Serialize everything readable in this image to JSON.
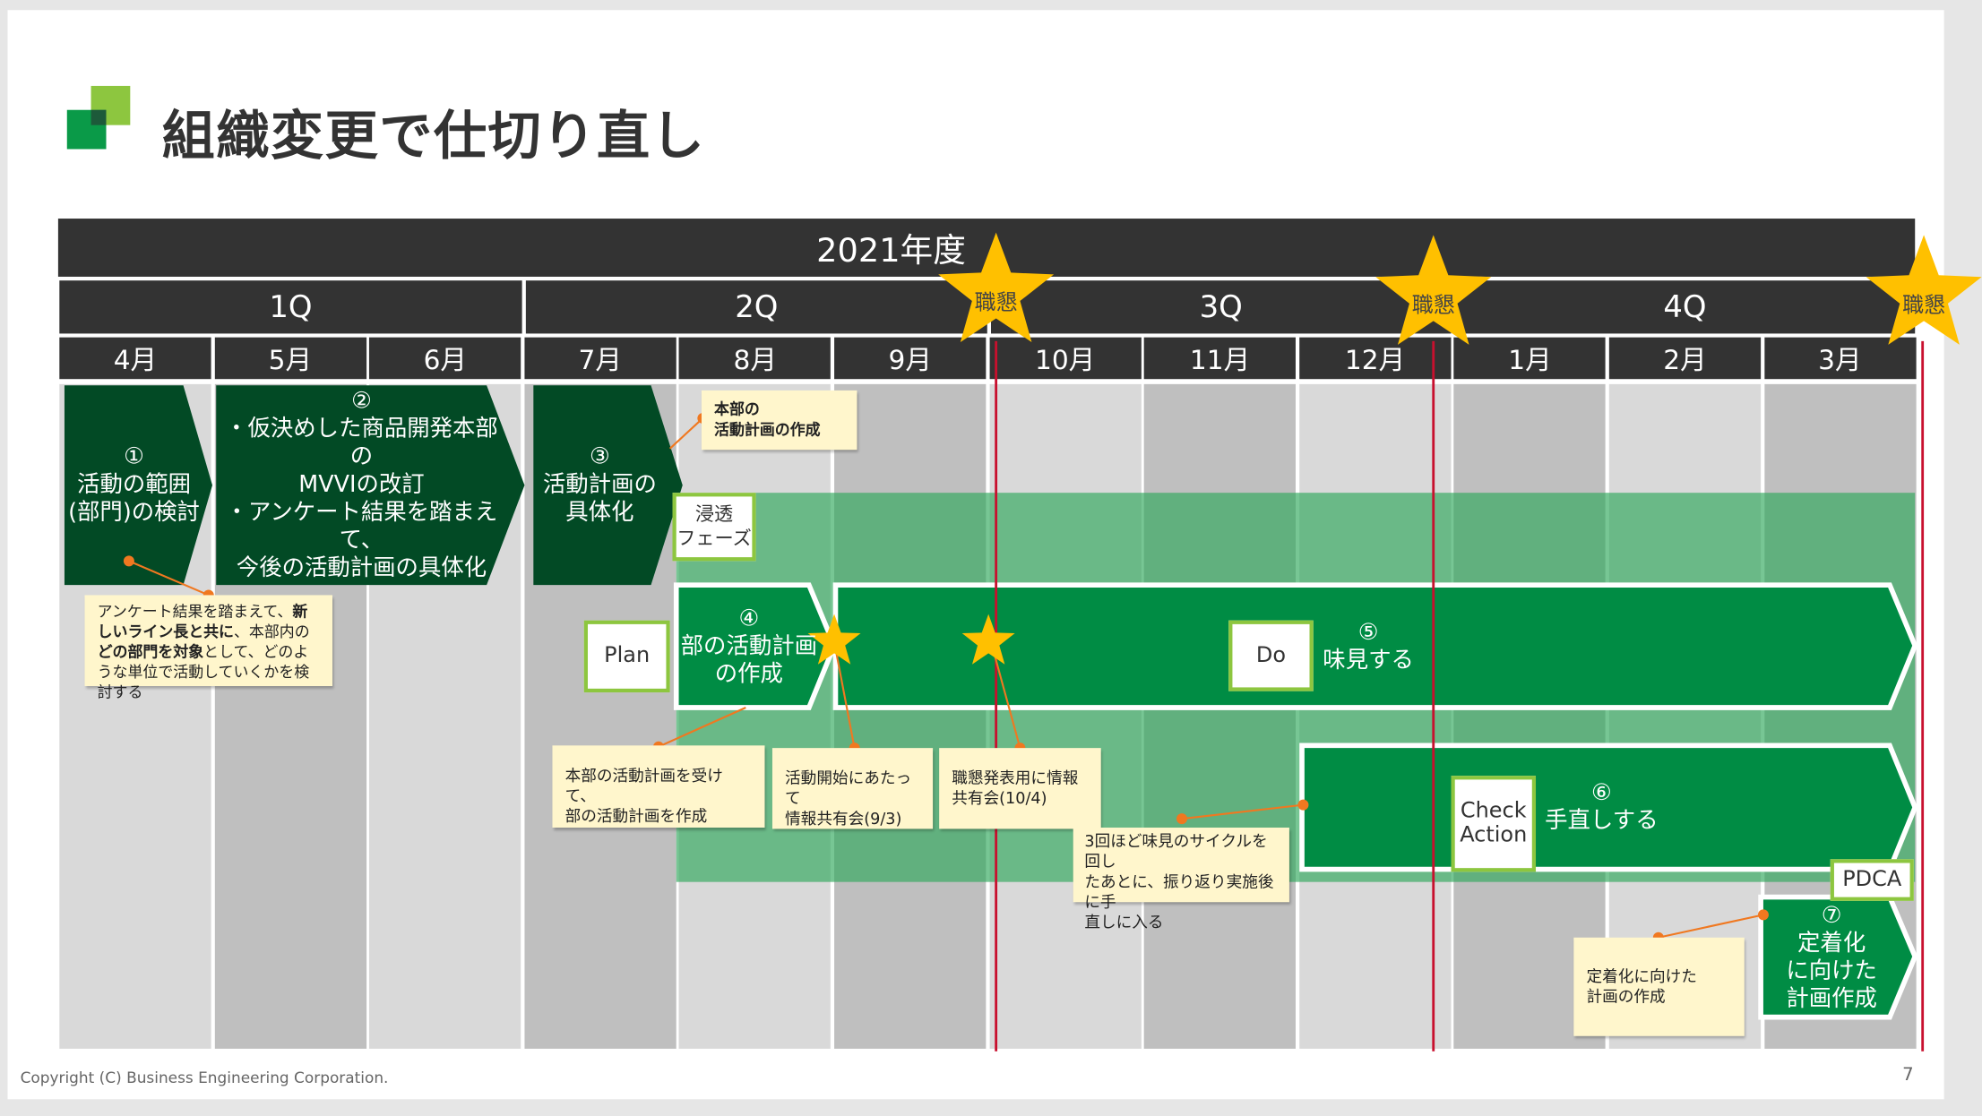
{
  "title": "組織変更で仕切り直し",
  "year": "2021年度",
  "quarters": [
    "1Q",
    "2Q",
    "3Q",
    "4Q"
  ],
  "months": [
    "4月",
    "5月",
    "6月",
    "7月",
    "8月",
    "9月",
    "10月",
    "11月",
    "12月",
    "1月",
    "2月",
    "3月"
  ],
  "milestone_label": "職懇",
  "arrows": {
    "a1": [
      "①",
      "活動の範囲",
      "(部門)の検討"
    ],
    "a2": [
      "②",
      "・仮決めした商品開発本部の",
      "MVVIの改訂",
      "・アンケート結果を踏まえて、",
      "今後の活動計画の具体化"
    ],
    "a3": [
      "③",
      "活動計画の",
      "具体化"
    ],
    "a4": [
      "④",
      "部の活動計画",
      "の作成"
    ],
    "a5": [
      "⑤",
      "味見する"
    ],
    "a6": [
      "⑥",
      "手直しする"
    ],
    "a7": [
      "⑦",
      "定着化",
      "に向けた",
      "計画作成"
    ]
  },
  "phase_boxes": {
    "penetration": [
      "浸透",
      "フェーズ"
    ],
    "plan": "Plan",
    "do": "Do",
    "check_action": [
      "Check",
      "Action"
    ],
    "pdca": "PDCA"
  },
  "notes": {
    "hq_plan": [
      "本部の",
      "活動計画の作成"
    ],
    "n1_parts": [
      "アンケート結果を踏まえて、",
      "新しいライン長と共に",
      "、本部内の",
      "どの部門を対象",
      "として、どのような単位で活動していくかを検討する"
    ],
    "n2": [
      "本部の活動計画を受けて、",
      "部の活動計画を作成"
    ],
    "n3": [
      "活動開始にあたって",
      "情報共有会(9/3)"
    ],
    "n4": [
      "職懇発表用に情報",
      "共有会(10/4)"
    ],
    "n5": [
      "3回ほど味見のサイクルを回し",
      "たあとに、振り返り実施後に手",
      "直しに入る"
    ],
    "n6": [
      "定着化に向けた",
      "計画の作成"
    ]
  },
  "footer": {
    "copyright": "Copyright (C) Business Engineering Corporation.",
    "page": "7"
  },
  "colors": {
    "dark_green": "#024a25",
    "green": "#008c44",
    "light_green": "#8dc63f",
    "band": "#3fae6a",
    "note": "#fff6cc",
    "red": "#c8102e",
    "star": "#ffc000"
  }
}
